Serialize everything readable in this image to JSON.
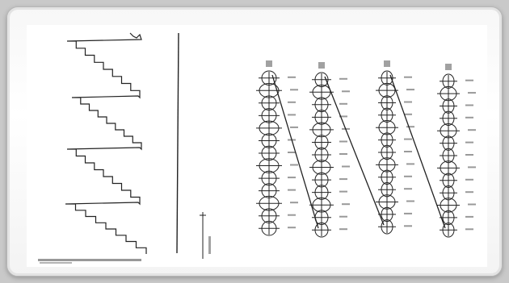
{
  "figure": {
    "columns": [
      {
        "id": "column-1",
        "label": "."
      },
      {
        "id": "column-2",
        "label": "."
      },
      {
        "id": "column-3",
        "label": "."
      },
      {
        "id": "column-4",
        "label": "."
      }
    ]
  }
}
